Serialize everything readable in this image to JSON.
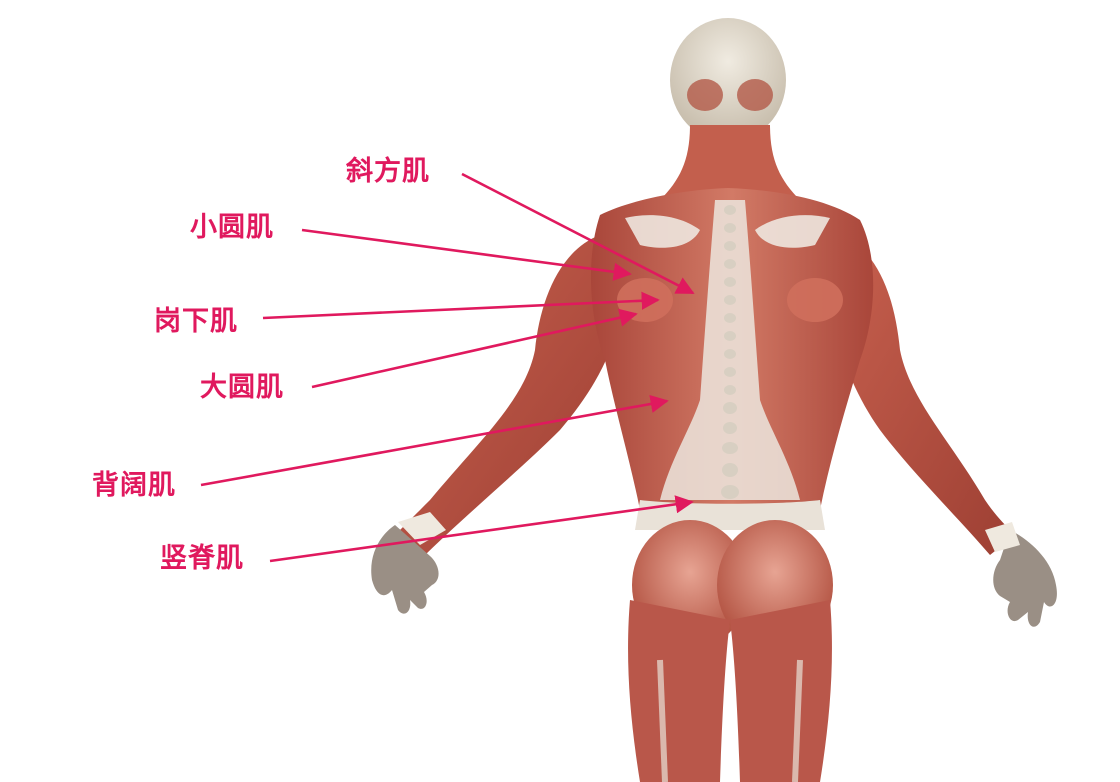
{
  "colors": {
    "label": "#e0195e",
    "arrow": "#e0195e",
    "muscle_dark": "#b14a3c",
    "muscle_mid": "#cf6d5a",
    "muscle_light": "#e3a08f",
    "tendon": "#ece7e0",
    "skull": "#ddd6c8"
  },
  "labels": {
    "trapezius": "斜方肌",
    "teres_minor": "小圆肌",
    "infraspinatus": "岗下肌",
    "teres_major": "大圆肌",
    "latissimus_dorsi": "背阔肌",
    "erector_spinae": "竖脊肌"
  }
}
